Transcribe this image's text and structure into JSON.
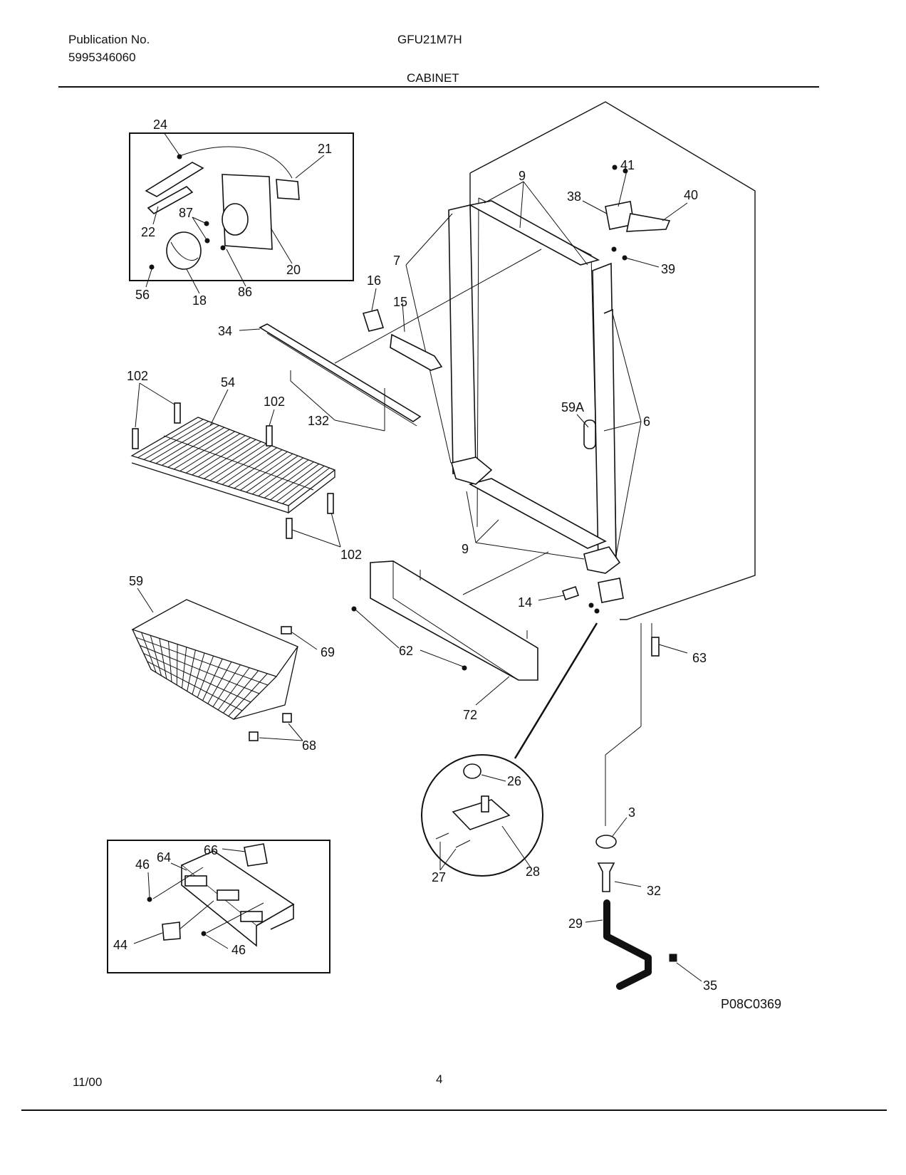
{
  "header": {
    "publication_label": "Publication No.",
    "publication_number": "5995346060",
    "model": "GFU21M7H",
    "section_title": "CABINET"
  },
  "footer": {
    "date": "11/00",
    "page_number": "4"
  },
  "diagram": {
    "figure_code": "P08C0369",
    "part_labels": {
      "p24": "24",
      "p21": "21",
      "p22": "22",
      "p87": "87",
      "p20": "20",
      "p56": "56",
      "p18": "18",
      "p86": "86",
      "p16": "16",
      "p15": "15",
      "p34": "34",
      "p132": "132",
      "p102a": "102",
      "p54": "54",
      "p102b": "102",
      "p102c": "102",
      "p59": "59",
      "p69": "69",
      "p68": "68",
      "p62": "62",
      "p72": "72",
      "p7": "7",
      "p9a": "9",
      "p9b": "9",
      "p41": "41",
      "p38": "38",
      "p40": "40",
      "p39": "39",
      "p59A": "59A",
      "p6": "6",
      "p14": "14",
      "p63": "63",
      "p26": "26",
      "p28": "28",
      "p27": "27",
      "p3": "3",
      "p32": "32",
      "p29": "29",
      "p35": "35",
      "p46a": "46",
      "p64": "64",
      "p66": "66",
      "p44": "44",
      "p46b": "46"
    }
  }
}
